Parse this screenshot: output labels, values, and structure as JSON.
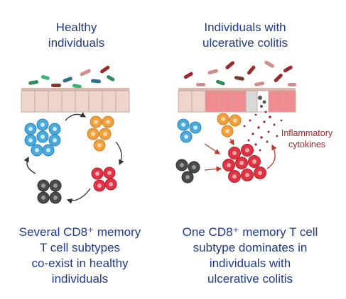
{
  "healthy": {
    "title_lines": [
      "Healthy",
      "individuals"
    ],
    "caption_lines": [
      "Several CD8⁺ memory",
      "T cell subtypes",
      "co-exist in healthy",
      "individuals"
    ]
  },
  "colitis": {
    "title_lines": [
      "Individuals with",
      "ulcerative colitis"
    ],
    "caption_lines": [
      "One CD8⁺ memory T cell",
      "subtype dominates in",
      "individuals with",
      "ulcerative colitis"
    ],
    "cytokine_label_lines": [
      "Inflammatory",
      "cytokines"
    ]
  },
  "colors": {
    "text_blue": "#1f3a8a",
    "cell_blue": "#4aaadf",
    "cell_orange": "#f2a03d",
    "cell_red": "#e03444",
    "cell_dark": "#4a4a4a",
    "cytokine_red": "#a4262c",
    "epithelium_healthy": "#efd4cb",
    "epithelium_inflamed": "#ee8c90"
  }
}
